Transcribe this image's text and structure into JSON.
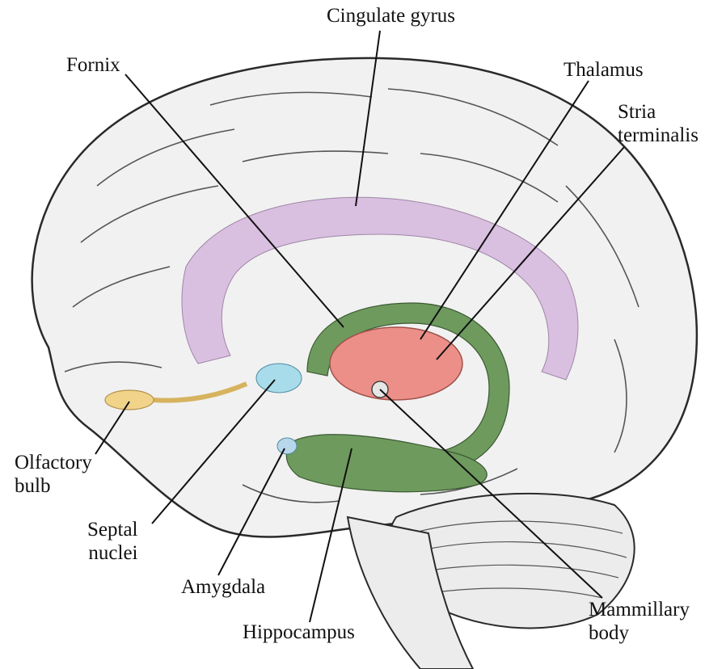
{
  "labels": {
    "cingulate_gyrus": "Cingulate gyrus",
    "fornix": "Fornix",
    "thalamus": "Thalamus",
    "stria_terminalis_1": "Stria",
    "stria_terminalis_2": "terminalis",
    "olfactory_bulb_1": "Olfactory",
    "olfactory_bulb_2": "bulb",
    "septal_nuclei_1": "Septal",
    "septal_nuclei_2": "nuclei",
    "amygdala": "Amygdala",
    "hippocampus": "Hippocampus",
    "mammillary_body_1": "Mammillary",
    "mammillary_body_2": "body"
  },
  "colors": {
    "cingulate": "#d9bfe0",
    "fornix": "#6e9a5e",
    "thalamus": "#eb8f88",
    "olfactory": "#f1d48a",
    "septal": "#a9dceb",
    "brain_fill": "#f2f2f2",
    "outline": "#2a2a2a"
  }
}
